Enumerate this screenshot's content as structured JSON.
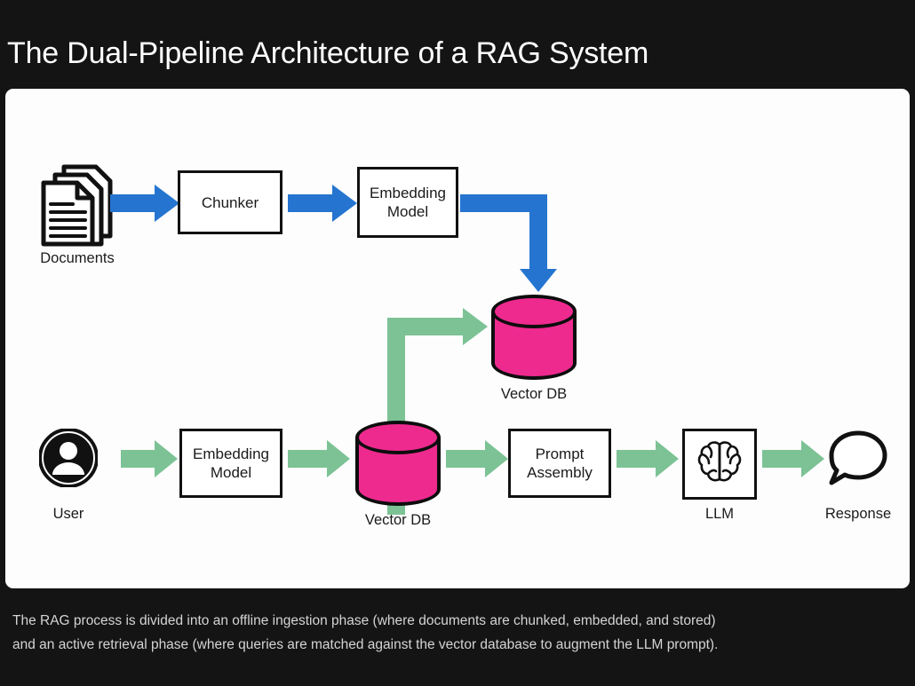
{
  "slide": {
    "title": "The Dual-Pipeline Architecture of a RAG System",
    "caption_line1": "The RAG process is divided into an offline ingestion phase (where documents are chunked, embedded, and stored)",
    "caption_line2": "and an active retrieval phase (where queries are matched against the vector database to augment the LLM prompt)."
  },
  "colors": {
    "background": "#141414",
    "card": "#fdfdfd",
    "ingestion_arrow": "#2575d0",
    "retrieval_arrow": "#7cc295",
    "database": "#ee2a8f",
    "outline": "#111111",
    "title_text": "#ffffff",
    "caption_text": "#d4d4d4"
  },
  "diagram": {
    "ingestion_pipeline": {
      "name": "offline ingestion phase",
      "arrow_color": "#2575d0",
      "nodes": [
        {
          "id": "documents",
          "label": "Documents",
          "type": "icon-stacked-pages"
        },
        {
          "id": "chunker",
          "label": "Chunker",
          "type": "box"
        },
        {
          "id": "embedding-model",
          "label": "Embedding Model",
          "line1": "Embedding",
          "line2": "Model",
          "type": "box"
        },
        {
          "id": "vector-db-top",
          "label": "Vector DB",
          "type": "cylinder"
        }
      ]
    },
    "retrieval_pipeline": {
      "name": "active retrieval phase",
      "arrow_color": "#7cc295",
      "nodes": [
        {
          "id": "user",
          "label": "User",
          "type": "icon-person"
        },
        {
          "id": "embedding-model-2",
          "label": "Embedding Model",
          "line1": "Embedding",
          "line2": "Model",
          "type": "box"
        },
        {
          "id": "vector-db-bottom",
          "label": "Vector DB",
          "type": "cylinder"
        },
        {
          "id": "prompt-assembly",
          "label": "Prompt Assembly",
          "line1": "Prompt",
          "line2": "Assembly",
          "type": "box"
        },
        {
          "id": "llm",
          "label": "LLM",
          "type": "icon-brain-box"
        },
        {
          "id": "response",
          "label": "Response",
          "type": "icon-speech-bubble"
        }
      ]
    },
    "icons": {
      "documents": "stacked-pages-icon",
      "user": "person-avatar-icon",
      "llm": "brain-icon",
      "response": "speech-bubble-icon",
      "vector_db": "database-cylinder-icon"
    }
  }
}
